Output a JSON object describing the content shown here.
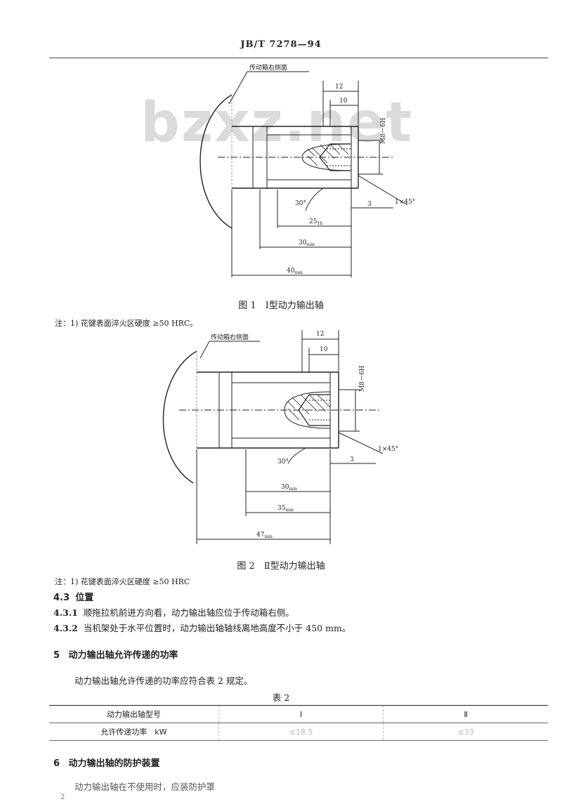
{
  "header": {
    "title": "JB/T 7278—94"
  },
  "watermark": "bzxz.net",
  "figure1": {
    "face_label": "传动箱右侧面",
    "dims": {
      "d12": "12",
      "d10": "10",
      "thread": "M8－6H",
      "angle": "30°",
      "d3": "3",
      "chamfer": "1×45°",
      "d25": "25",
      "d25_sub": "1h",
      "d30": "30",
      "d30_sub": "min",
      "d40": "40",
      "d40_sub": "min"
    },
    "caption": "图 1　Ⅰ型动力输出轴",
    "note": "注：1) 花键表面淬火区硬度 ≥50 HRC。"
  },
  "figure2": {
    "face_label": "传动箱右侧面",
    "dims": {
      "d12": "12",
      "d10": "10",
      "thread": "M8－6H",
      "angle": "30°",
      "d3": "3",
      "chamfer": "1×45°",
      "d30": "30",
      "d30_sub": "min",
      "d35": "35",
      "d35_sub": "min",
      "d47": "47",
      "d47_sub": "min"
    },
    "caption": "图 2　Ⅱ型动力输出轴",
    "note": "注：1) 花键表面淬火区硬度 ≥50 HRC"
  },
  "section43": {
    "num": "4.3",
    "title": "位置",
    "items": [
      {
        "num": "4.3.1",
        "text": "顺拖拉机前进方向看，动力输出轴应位于传动箱右侧。"
      },
      {
        "num": "4.3.2",
        "text": "当机架处于水平位置时，动力输出轴轴线离地高度不小于 450 mm。"
      }
    ]
  },
  "section5": {
    "num": "5",
    "title": "动力输出轴允许传递的功率",
    "para": "动力输出轴允许传递的功率应符合表 2 规定。",
    "table_caption": "表 2",
    "table": {
      "rows": [
        [
          "动力输出轴型号",
          "Ⅰ",
          "Ⅱ"
        ],
        [
          "允许传递功率　kW",
          "≤18.5",
          "≤33"
        ]
      ]
    }
  },
  "section6": {
    "num": "6",
    "title": "动力输出轴的防护装置",
    "para": "动力输出轴在不使用时，应装防护罩"
  },
  "page_number": "2"
}
